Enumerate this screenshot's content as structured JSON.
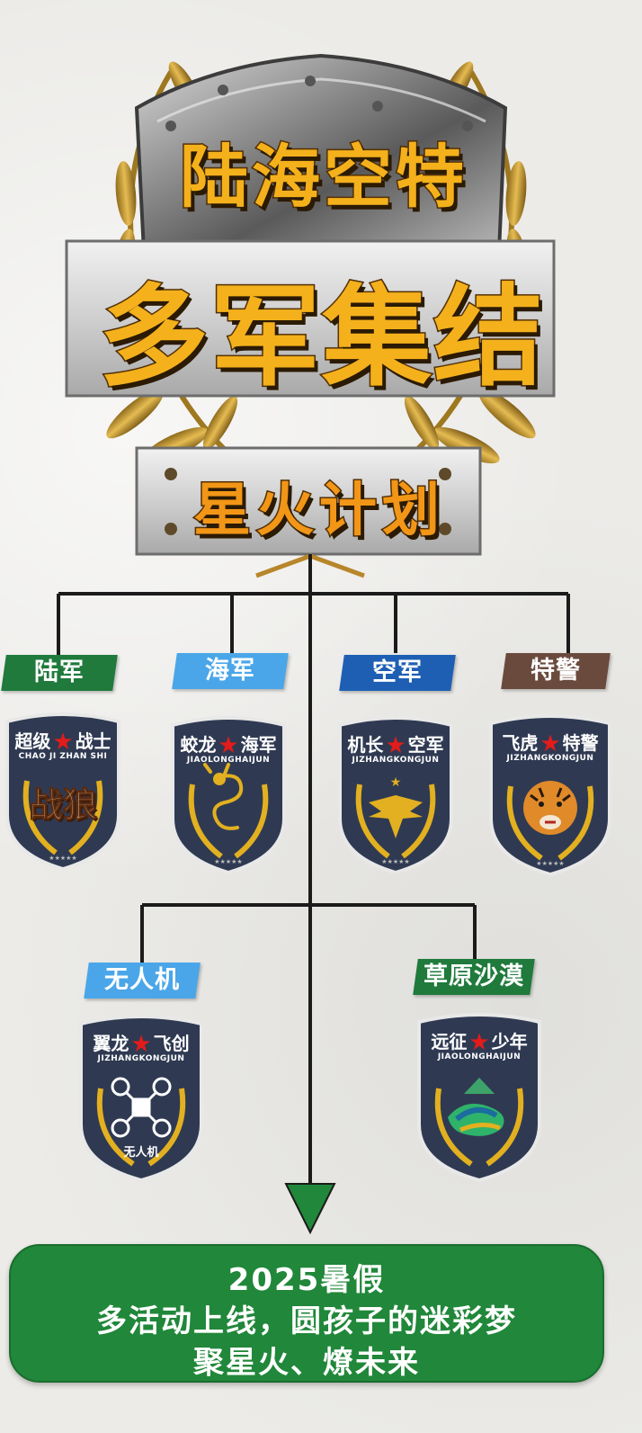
{
  "header": {
    "title_top": "陆海空特",
    "title_main": "多军集结",
    "title_sub": "星火计划"
  },
  "branches": [
    {
      "label": "陆军",
      "color": "#1f7a3c",
      "badge": {
        "title_left": "超级",
        "title_right": "战士",
        "subtitle": "CHAO JI ZHAN SHI",
        "emblem": "wolf-warrior-logo-icon",
        "emblem_text": "战狼"
      }
    },
    {
      "label": "海军",
      "color": "#4aa6e8",
      "badge": {
        "title_left": "蛟龙",
        "title_right": "海军",
        "subtitle": "JIAOLONGHAIJUN",
        "emblem": "dragon-icon"
      }
    },
    {
      "label": "空军",
      "color": "#1e5fb4",
      "badge": {
        "title_left": "机长",
        "title_right": "空军",
        "subtitle": "JIZHANGKONGJUN",
        "emblem": "eagle-icon"
      }
    },
    {
      "label": "特警",
      "color": "#6b4a3e",
      "badge": {
        "title_left": "飞虎",
        "title_right": "特警",
        "subtitle": "JIZHANGKONGJUN",
        "emblem": "tiger-icon"
      }
    },
    {
      "label": "无人机",
      "color": "#4aa6e8",
      "badge": {
        "title_left": "翼龙",
        "title_right": "飞创",
        "subtitle": "JIZHANGKONGJUN",
        "emblem": "drone-icon",
        "emblem_text": "无人机"
      }
    },
    {
      "label": "草原沙漠",
      "color": "#1f7a3c",
      "badge": {
        "title_left": "远征",
        "title_right": "少年",
        "subtitle": "JIAOLONGHAIJUN",
        "emblem": "grassland-desert-logo-icon"
      }
    }
  ],
  "footer": {
    "line1": "2025暑假",
    "line2": "多活动上线，圆孩子的迷彩梦",
    "line3": "聚星火、燎未来"
  },
  "colors": {
    "gold": "#f4b11c",
    "footer_green": "#21873a",
    "badge_navy": "#2f3a52",
    "star_red": "#e31b1b"
  }
}
